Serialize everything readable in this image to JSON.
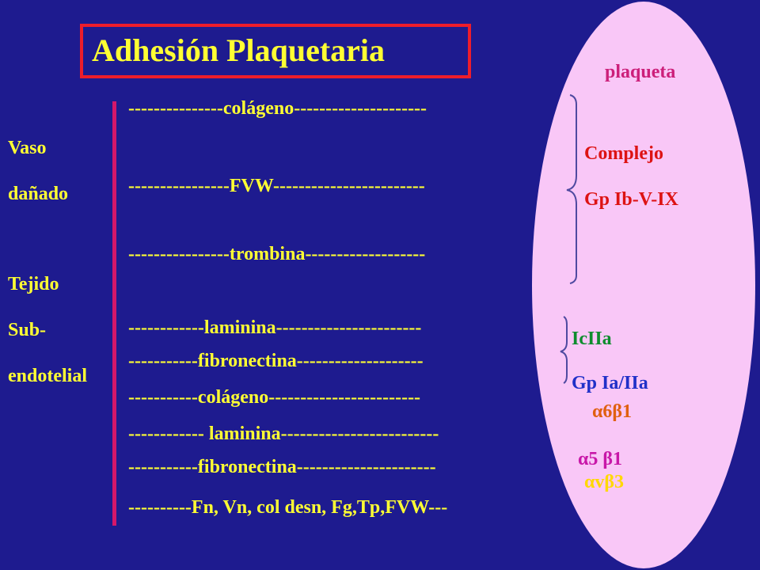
{
  "title": "Adhesión Plaquetaria",
  "left_labels": {
    "vaso": "Vaso",
    "danado": "dañado",
    "tejido": "Tejido",
    "sub": "Sub-",
    "endotelial": "endotelial"
  },
  "lines": [
    "---------------colágeno---------------------",
    "----------------FVW------------------------",
    "----------------trombina-------------------",
    "------------laminina-----------------------",
    "-----------fibronectina--------------------",
    "-----------colágeno------------------------",
    "------------  laminina-------------------------",
    "-----------fibronectina----------------------",
    "----------Fn,  Vn, col desn, Fg,Tp,FVW---"
  ],
  "platelet": {
    "label": "plaqueta",
    "complex_label": "Complejo",
    "gp_ib": "Gp Ib-V-IX",
    "icIIa": "IcIIa",
    "gp_ia": "Gp Ia/IIa",
    "a6b1": "α6β1",
    "a5b1": "α5 β1",
    "avb3": "αvβ3"
  },
  "colors": {
    "background": "#1e1b8f",
    "title": "#ffff33",
    "title_border": "#ee1d2b",
    "platelet_fill": "#f9c7f7",
    "magenta": "#cc1f7a",
    "red": "#dd1313",
    "green": "#0e8d2e",
    "blue": "#2030c8"
  }
}
